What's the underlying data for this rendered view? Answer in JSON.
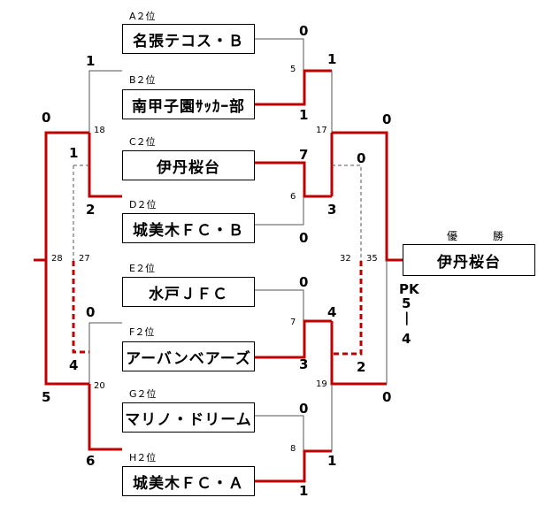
{
  "champion": {
    "label": "優　勝",
    "team": "伊丹桜台"
  },
  "teams": [
    {
      "seed": "A２位",
      "name": "名張テコス・Ｂ"
    },
    {
      "seed": "B２位",
      "name": "南甲子園ｻｯｶｰ部"
    },
    {
      "seed": "C２位",
      "name": "伊丹桜台"
    },
    {
      "seed": "D２位",
      "name": "城美木ＦＣ・Ｂ"
    },
    {
      "seed": "E２位",
      "name": "水戸ＪＦＣ"
    },
    {
      "seed": "F２位",
      "name": "アーバンベアーズ"
    },
    {
      "seed": "G２位",
      "name": "マリノ・ドリーム"
    },
    {
      "seed": "H２位",
      "name": "城美木ＦＣ・Ａ"
    }
  ],
  "matches": [
    {
      "num": "5",
      "scores": [
        "0",
        "1"
      ]
    },
    {
      "num": "6",
      "scores": [
        "7",
        "0"
      ]
    },
    {
      "num": "7",
      "scores": [
        "0",
        "3"
      ]
    },
    {
      "num": "8",
      "scores": [
        "0",
        "1"
      ]
    },
    {
      "num": "17",
      "scores": [
        "1",
        "3"
      ]
    },
    {
      "num": "19",
      "scores": [
        "4",
        "1"
      ]
    },
    {
      "num": "35",
      "scores": [
        "0",
        "0"
      ]
    },
    {
      "num": "18",
      "scores": [
        "1",
        "2"
      ]
    },
    {
      "num": "20",
      "scores": [
        "0",
        "6"
      ]
    },
    {
      "num": "28",
      "scores": [
        "0",
        "5"
      ]
    },
    {
      "num": "32",
      "scores": [
        "0",
        "2"
      ]
    },
    {
      "num": "27",
      "scores": [
        "1",
        "4"
      ]
    }
  ],
  "pk": {
    "label": "PK",
    "score_top": "5",
    "dash": "|",
    "score_bottom": "4"
  },
  "colors": {
    "win": "#c00000",
    "line": "#555555"
  }
}
